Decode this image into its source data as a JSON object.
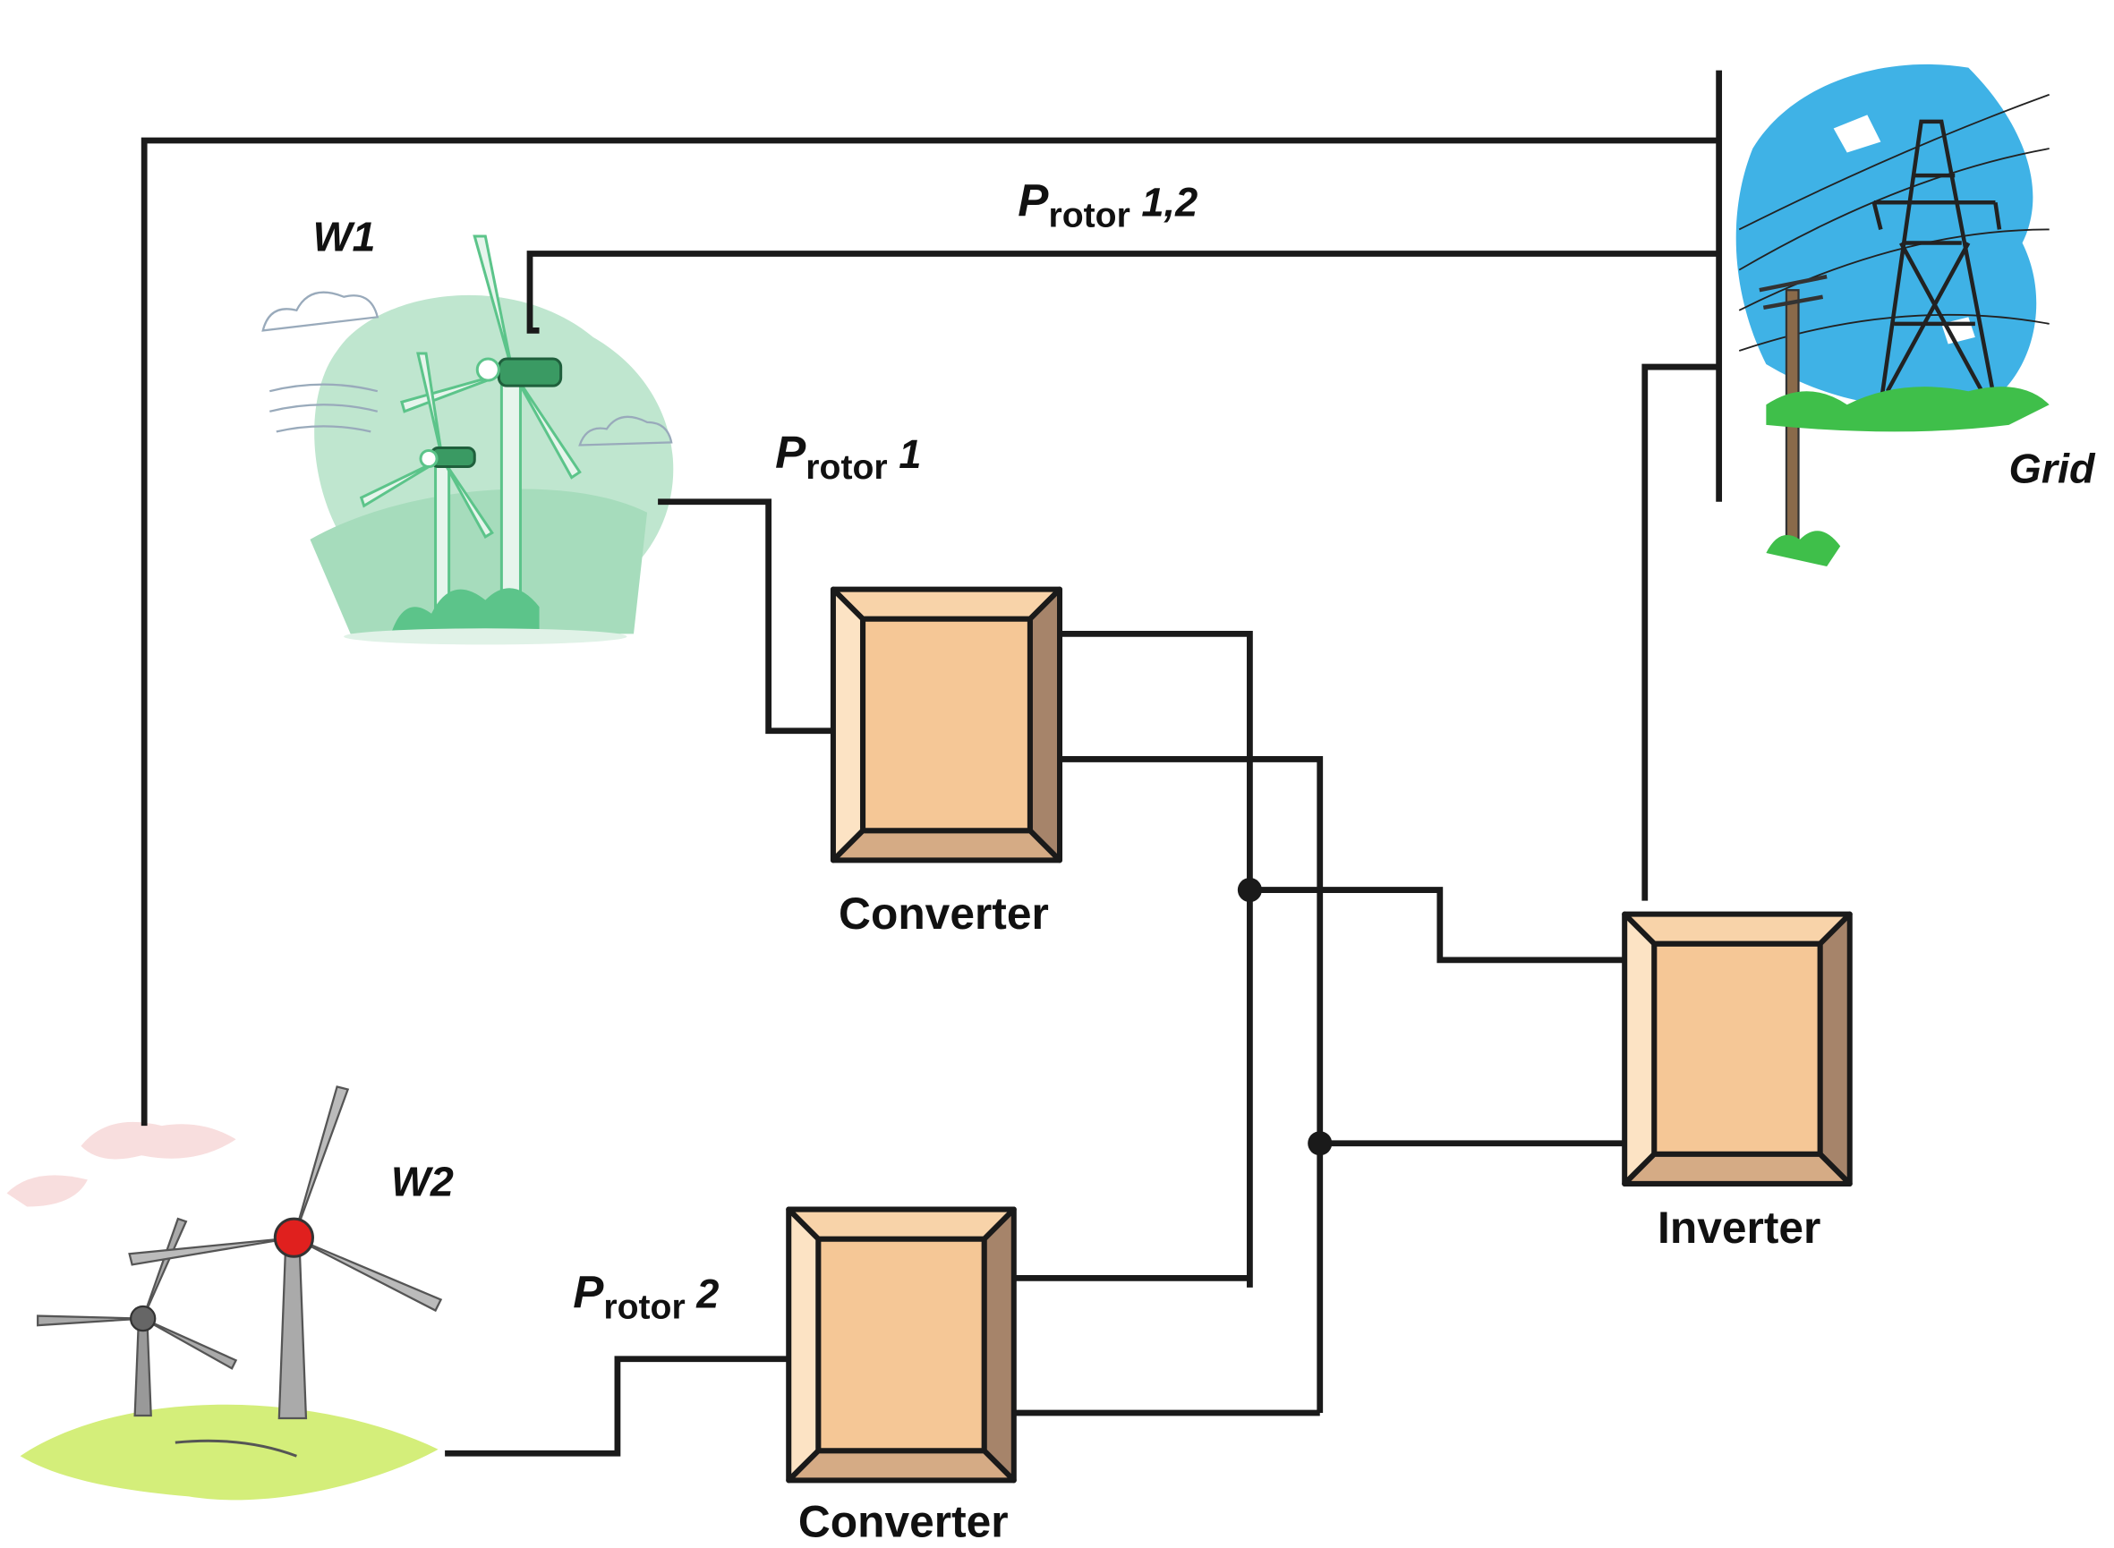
{
  "labels": {
    "w1": "W1",
    "w2": "W2",
    "grid": "Grid",
    "converter_1": "Converter",
    "converter_2": "Converter",
    "inverter": "Inverter",
    "p_rotor_12": {
      "main": "P",
      "sub": "rotor",
      "suffix": " 1,2"
    },
    "p_rotor_1": {
      "main": "P",
      "sub": "rotor",
      "suffix": " 1"
    },
    "p_rotor_2": {
      "main": "P",
      "sub": "rotor",
      "suffix": " 2"
    }
  },
  "colors": {
    "box_face": "#f5c796",
    "box_light": "#fce3c4",
    "box_top": "#f8d3a9",
    "box_bottom": "#d5ab85",
    "box_shadow": "#a6846a",
    "wire": "#1a1a1a",
    "w1_green": "#5cc48a",
    "w1_bg": "#bfe6cf",
    "w2_ground": "#d4ee7a",
    "w2_hub": "#e0201e",
    "grid_sky": "#3fb2e6",
    "grid_grass": "#3fbf4a"
  },
  "icons": [
    "wind-turbine-illustration",
    "wind-turbine-illustration",
    "power-line-tower-illustration"
  ]
}
